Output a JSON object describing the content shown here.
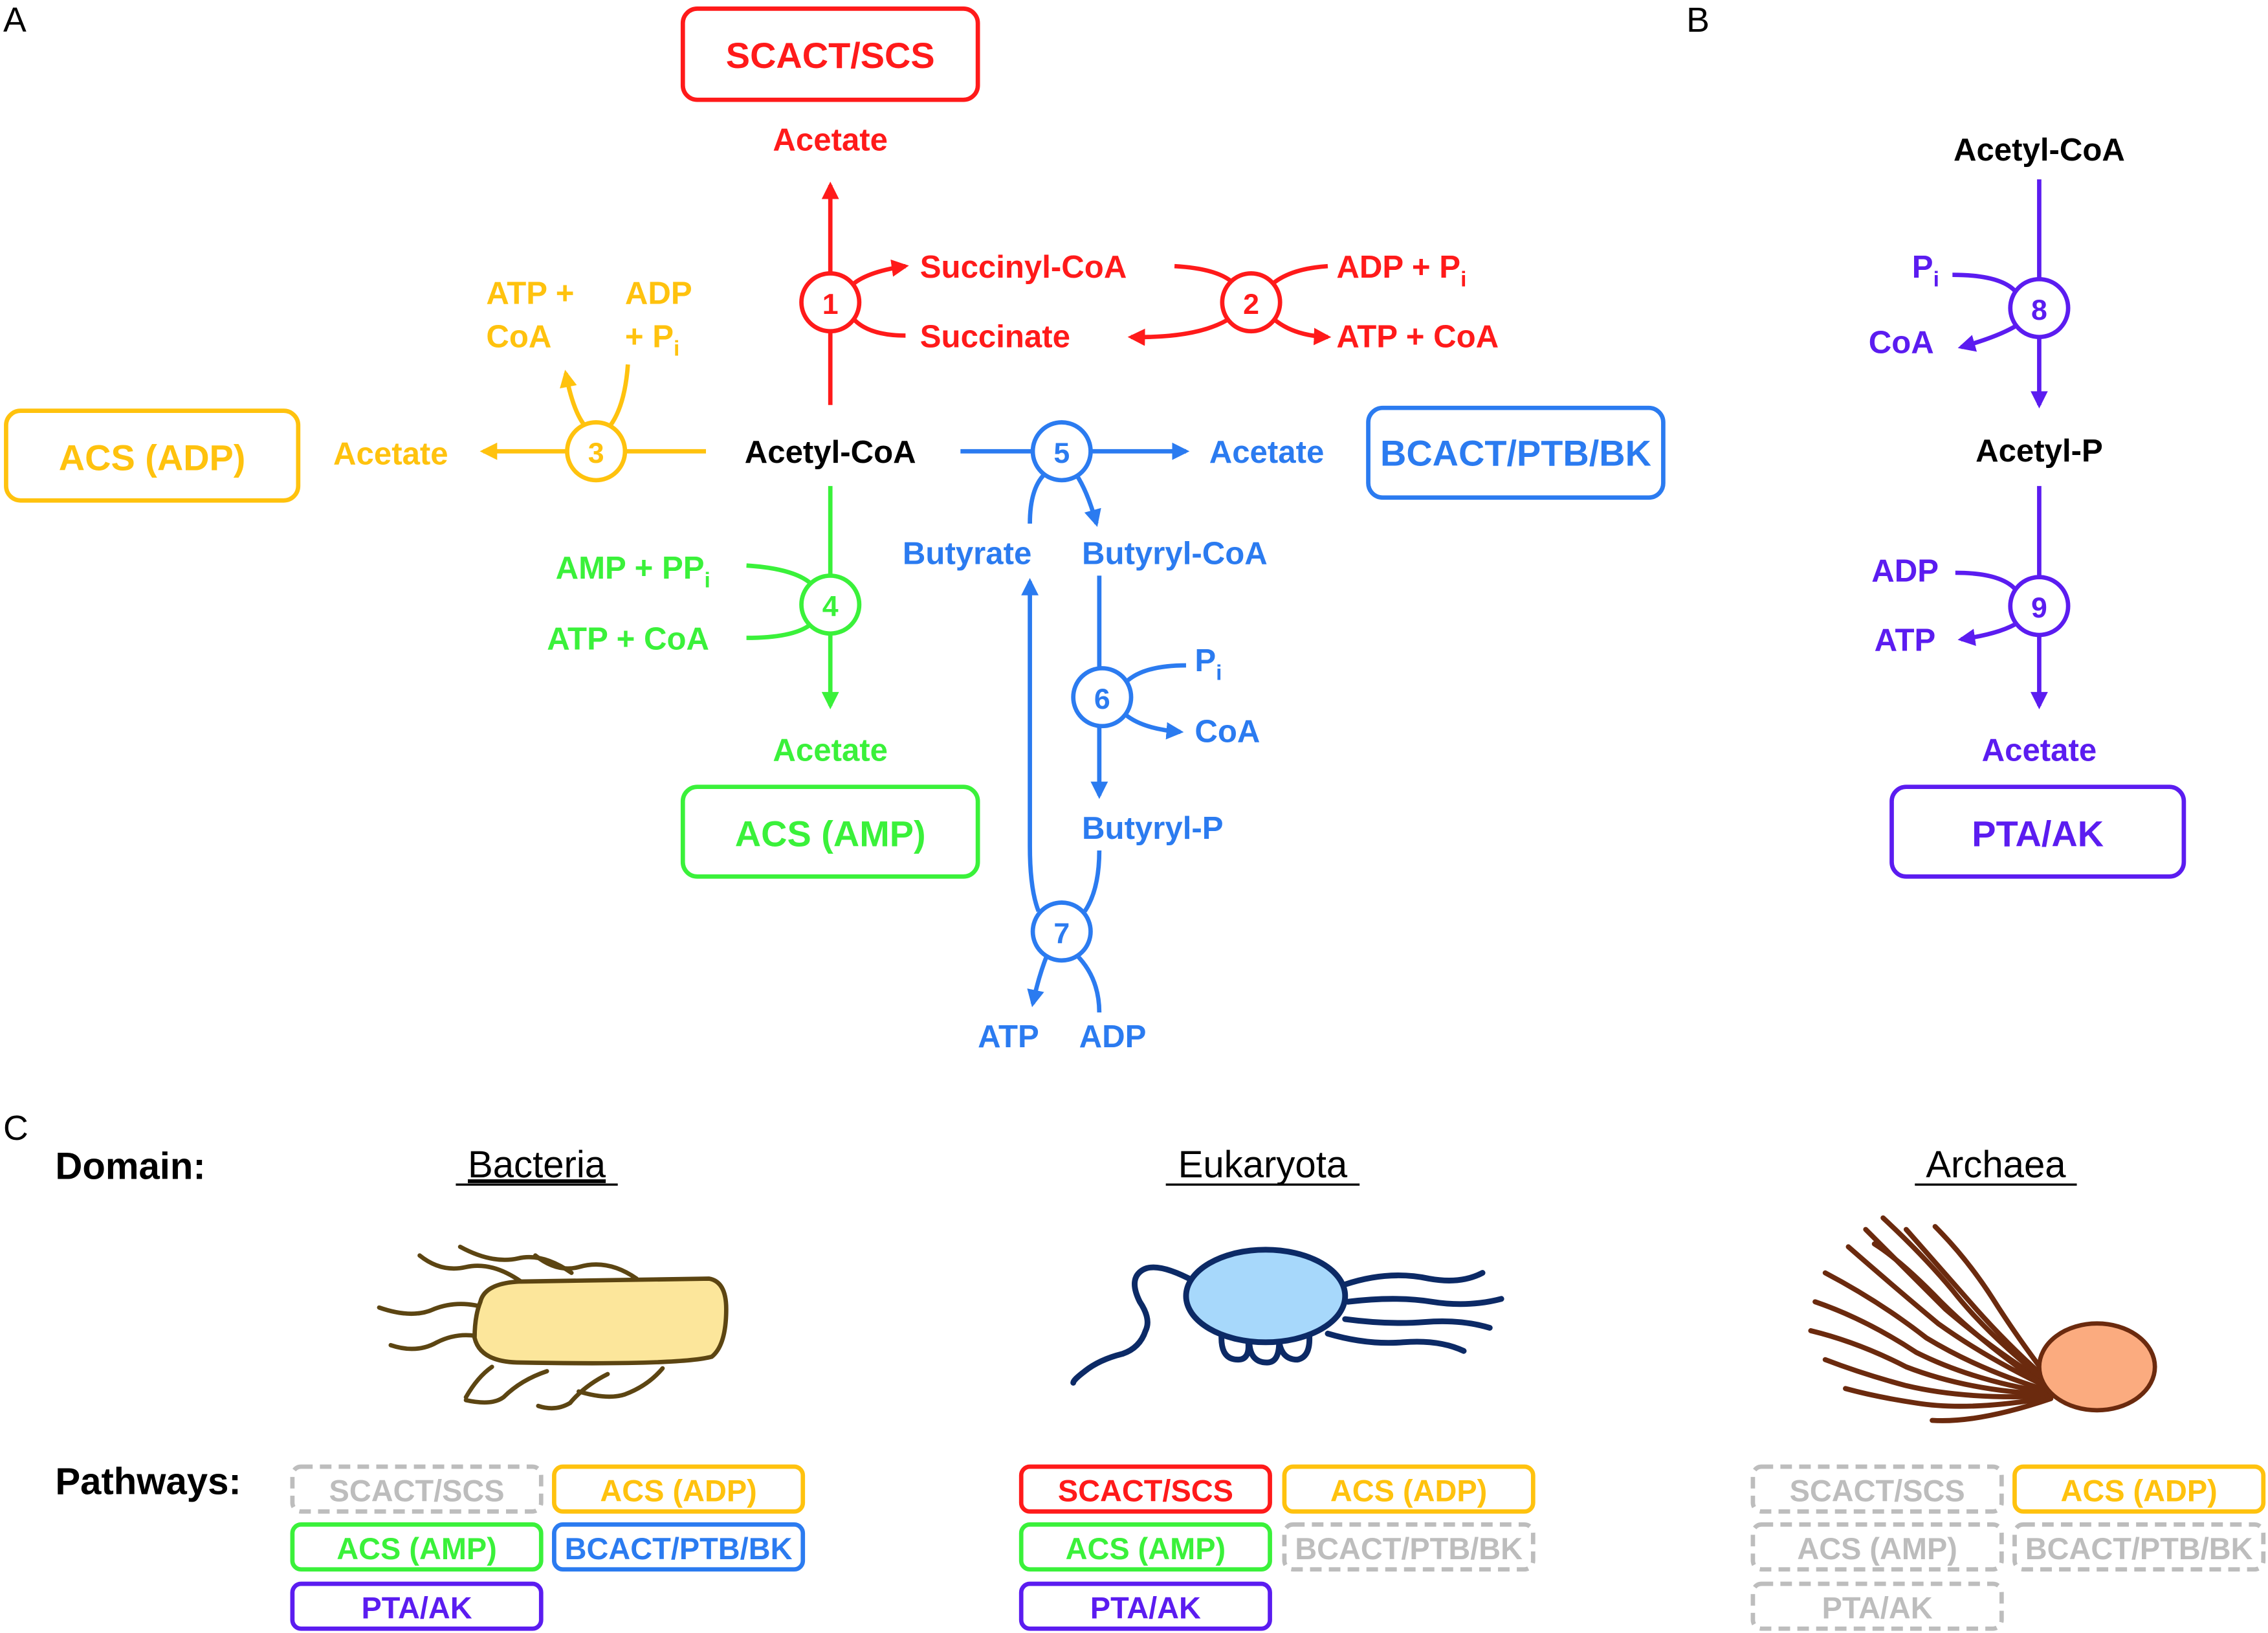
{
  "panels": {
    "a": "A",
    "b": "B",
    "c": "C"
  },
  "colors": {
    "red": "#ff1a1a",
    "yellow": "#ffc20e",
    "green": "#3af13a",
    "blue": "#2b7bf0",
    "purple": "#5b1cf0",
    "gray": "#bdbdbd",
    "black": "#000000"
  },
  "panel_a": {
    "center": "Acetyl-CoA",
    "red": {
      "box": "SCACT/SCS",
      "product": "Acetate",
      "succinyl_coa": "Succinyl-CoA",
      "succinate": "Succinate",
      "adp_pi": "ADP + P",
      "atp_coa": "ATP + CoA",
      "step1": "1",
      "step2": "2"
    },
    "yellow": {
      "box": "ACS (ADP)",
      "product": "Acetate",
      "atp_plus": "ATP +",
      "coa": "CoA",
      "adp": "ADP",
      "plus_pi": "+ P",
      "step3": "3"
    },
    "green": {
      "box": "ACS (AMP)",
      "product": "Acetate",
      "amp_ppi": "AMP + PP",
      "atp_coa": "ATP + CoA",
      "step4": "4"
    },
    "blue": {
      "box": "BCACT/PTB/BK",
      "product": "Acetate",
      "butyrate": "Butyrate",
      "butyryl_coa": "Butyryl-CoA",
      "pi": "P",
      "coa": "CoA",
      "butyryl_p": "Butyryl-P",
      "atp": "ATP",
      "adp": "ADP",
      "step5": "5",
      "step6": "6",
      "step7": "7"
    },
    "subscript_i": "i"
  },
  "panel_b": {
    "acetyl_coa": "Acetyl-CoA",
    "pi": "P",
    "subscript_i": "i",
    "coa": "CoA",
    "acetyl_p": "Acetyl-P",
    "adp": "ADP",
    "atp": "ATP",
    "acetate": "Acetate",
    "box": "PTA/AK",
    "step8": "8",
    "step9": "9"
  },
  "panel_c": {
    "domain_label": "Domain:",
    "pathways_label": "Pathways:",
    "domains": [
      {
        "name": "Bacteria",
        "organism_icon": "rod-bacterium-icon",
        "pathways": [
          {
            "label": "SCACT/SCS",
            "present": false
          },
          {
            "label": "ACS (ADP)",
            "present": true
          },
          {
            "label": "ACS (AMP)",
            "present": true
          },
          {
            "label": "BCACT/PTB/BK",
            "present": true
          },
          {
            "label": "PTA/AK",
            "present": true
          }
        ]
      },
      {
        "name": "Eukaryota",
        "organism_icon": "flagellate-protist-icon",
        "pathways": [
          {
            "label": "SCACT/SCS",
            "present": true
          },
          {
            "label": "ACS (ADP)",
            "present": true
          },
          {
            "label": "ACS (AMP)",
            "present": true
          },
          {
            "label": "BCACT/PTB/BK",
            "present": false
          },
          {
            "label": "PTA/AK",
            "present": true
          }
        ]
      },
      {
        "name": "Archaea",
        "organism_icon": "archaellated-cell-icon",
        "pathways": [
          {
            "label": "SCACT/SCS",
            "present": false
          },
          {
            "label": "ACS (ADP)",
            "present": true
          },
          {
            "label": "ACS (AMP)",
            "present": false
          },
          {
            "label": "BCACT/PTB/BK",
            "present": false
          },
          {
            "label": "PTA/AK",
            "present": false
          }
        ]
      }
    ]
  }
}
